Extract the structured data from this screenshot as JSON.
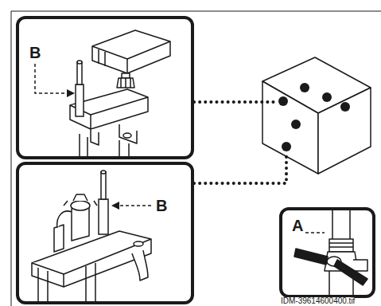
{
  "diagram": {
    "labels": [
      "B",
      "B",
      "A",
      "IDM-39614600400.tif"
    ]
  }
}
